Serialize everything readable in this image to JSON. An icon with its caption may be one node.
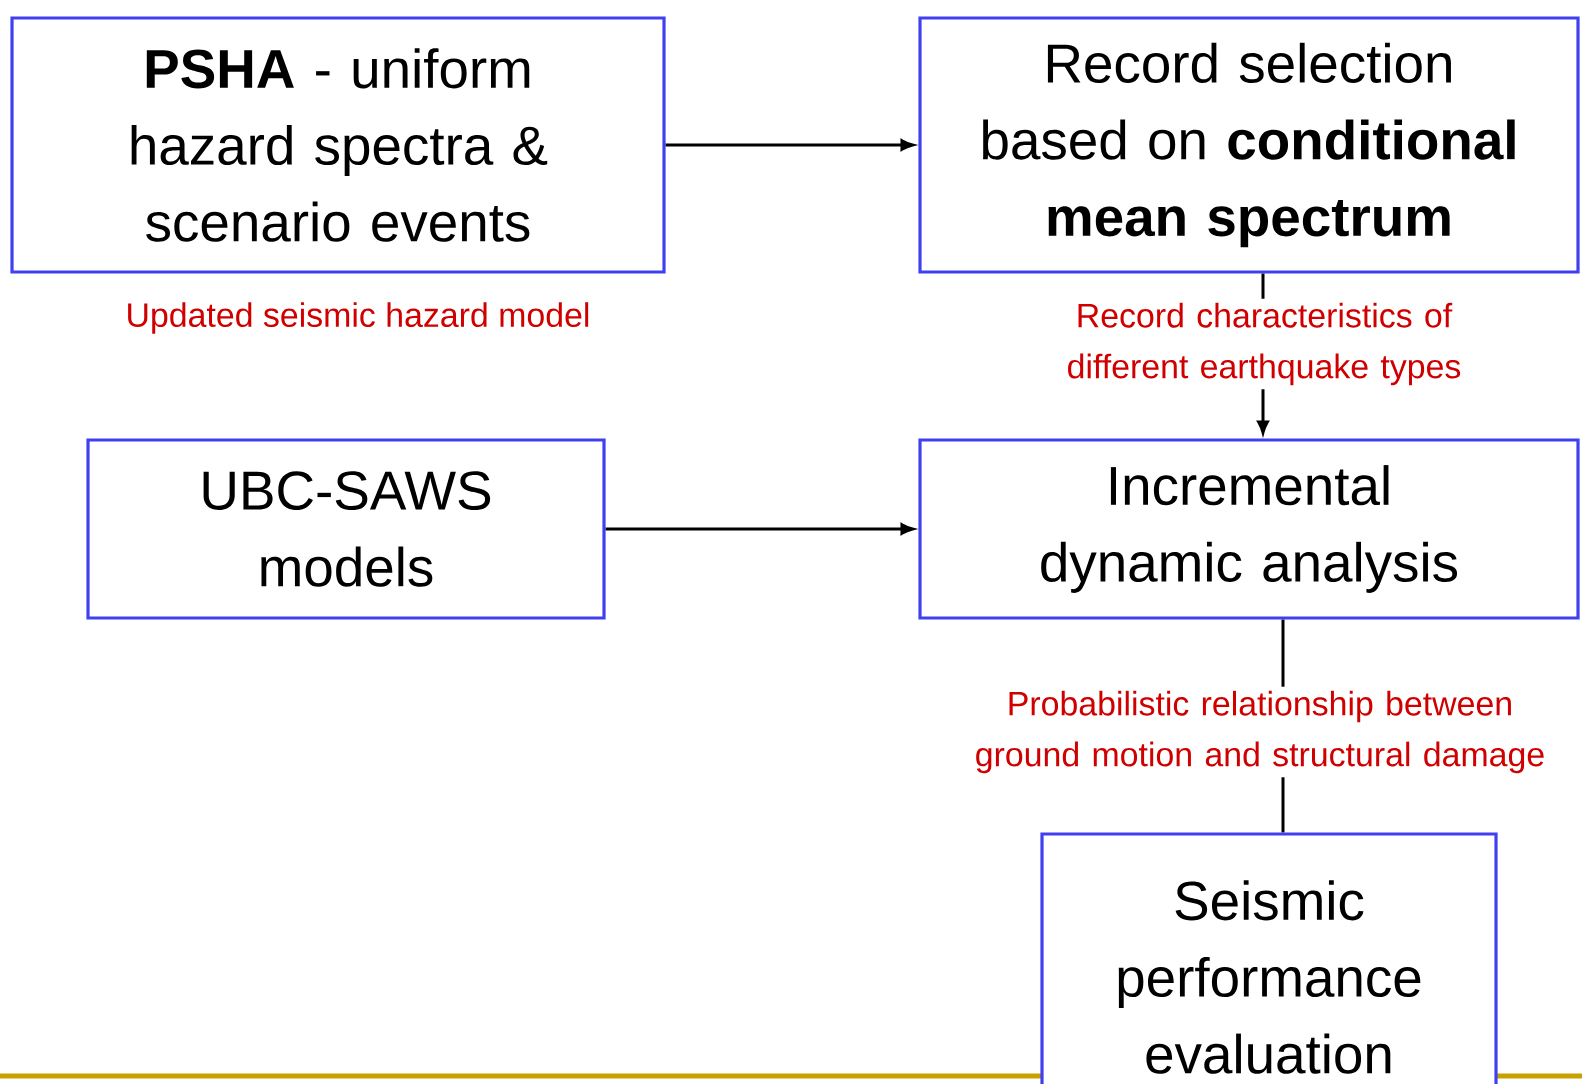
{
  "diagram": {
    "nodes": [
      {
        "text": [
          "**PSHA** - uniform hazard spectra & scenario events"
        ],
        "beside": [
          "Updated seismic hazard model"
        ]
      },
      {
        "text": [
          "Record selection based on **conditional mean spectrum**"
        ]
      },
      {
        "text": [
          "UBC-SAWS models"
        ]
      },
      {
        "text": [
          "Incremental dynamic analysis"
        ]
      },
      {
        "text": [
          "Seismic performance evaluation"
        ]
      }
    ],
    "edges": [
      {
        "from": 0,
        "to": 1,
        "arrow": "to"
      },
      {
        "from": 2,
        "to": 3,
        "arrow": "to"
      },
      {
        "from": 1,
        "to": 3,
        "arrow": "to",
        "label": "Record characteristics of different earthquake types"
      },
      {
        "from": 3,
        "to": 4,
        "arrow": "none",
        "label": "Probabilistic relationship between ground motion and structural damage"
      }
    ]
  }
}
